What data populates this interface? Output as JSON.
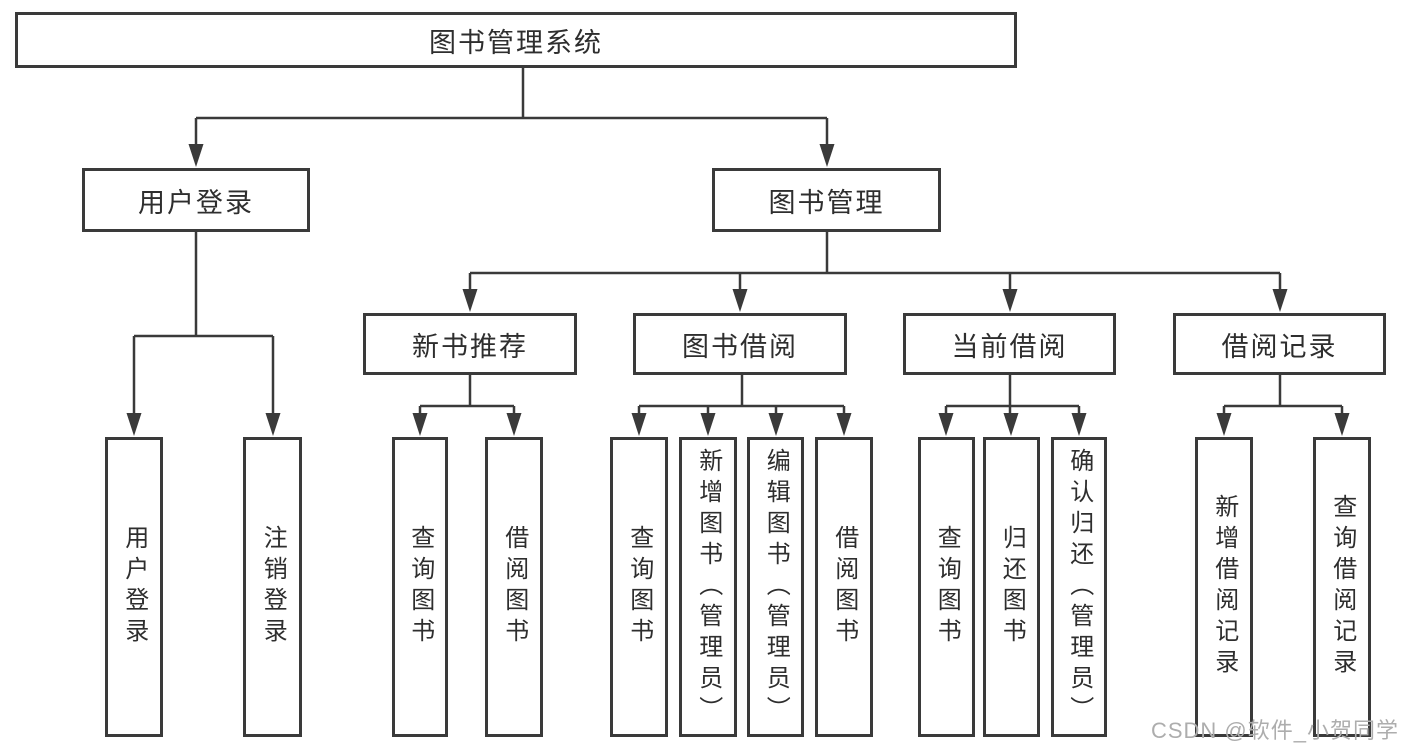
{
  "diagram": {
    "root": {
      "label": "图书管理系统"
    },
    "level1": [
      {
        "label": "用户登录"
      },
      {
        "label": "图书管理"
      }
    ],
    "level2": [
      {
        "label": "新书推荐"
      },
      {
        "label": "图书借阅"
      },
      {
        "label": "当前借阅"
      },
      {
        "label": "借阅记录"
      }
    ],
    "leaves": [
      {
        "label": "用户登录"
      },
      {
        "label": "注销登录"
      },
      {
        "label": "查询图书"
      },
      {
        "label": "借阅图书"
      },
      {
        "label": "查询图书"
      },
      {
        "label": "新增图书（管理员）"
      },
      {
        "label": "编辑图书（管理员）"
      },
      {
        "label": "借阅图书"
      },
      {
        "label": "查询图书"
      },
      {
        "label": "归还图书"
      },
      {
        "label": "确认归还（管理员）"
      },
      {
        "label": "新增借阅记录"
      },
      {
        "label": "查询借阅记录"
      }
    ],
    "watermark": "CSDN @软件_小贺同学",
    "colors": {
      "line": "#3a3a3a",
      "text": "#2e2e2e",
      "background": "#ffffff",
      "watermark": "#adadad"
    }
  }
}
